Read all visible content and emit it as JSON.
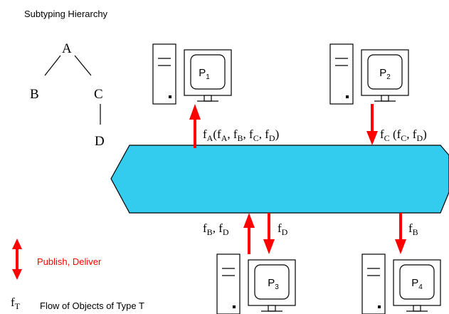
{
  "title": "Subtyping Hierarchy",
  "hierarchy": {
    "nodes": [
      "A",
      "B",
      "C",
      "D"
    ]
  },
  "processes": {
    "p1": {
      "base": "P",
      "sub": "1"
    },
    "p2": {
      "base": "P",
      "sub": "2"
    },
    "p3": {
      "base": "P",
      "sub": "3"
    },
    "p4": {
      "base": "P",
      "sub": "4"
    }
  },
  "flows": {
    "p1": {
      "f": "f",
      "s1": "A",
      "open": "(",
      "f2": "f",
      "s2": "A",
      "comma1": ", ",
      "f3": "f",
      "s3": "B",
      "comma2": ", ",
      "f4": "f",
      "s4": "C",
      "comma3": ", ",
      "f5": "f",
      "s5": "D",
      "close": ")"
    },
    "p2": {
      "f": "f",
      "s1": "C",
      "open": " (",
      "f2": "f",
      "s2": "C",
      "comma1": ", ",
      "f3": "f",
      "s3": "D",
      "close": ")"
    },
    "p3_up": {
      "f": "f",
      "s1": "B",
      "comma": ", ",
      "f2": "f",
      "s2": "D"
    },
    "p3_down": {
      "f": "f",
      "s1": "D"
    },
    "p4": {
      "f": "f",
      "s1": "B"
    }
  },
  "legend": {
    "publish_deliver": "Publish, Deliver",
    "flow_symbol": "f",
    "flow_symbol_sub": "T",
    "flow_text": "Flow of Objects of Type T"
  },
  "colors": {
    "bus_fill": "#33CCEE",
    "arrow": "#FF0000",
    "legend_text": "#FF0000"
  }
}
